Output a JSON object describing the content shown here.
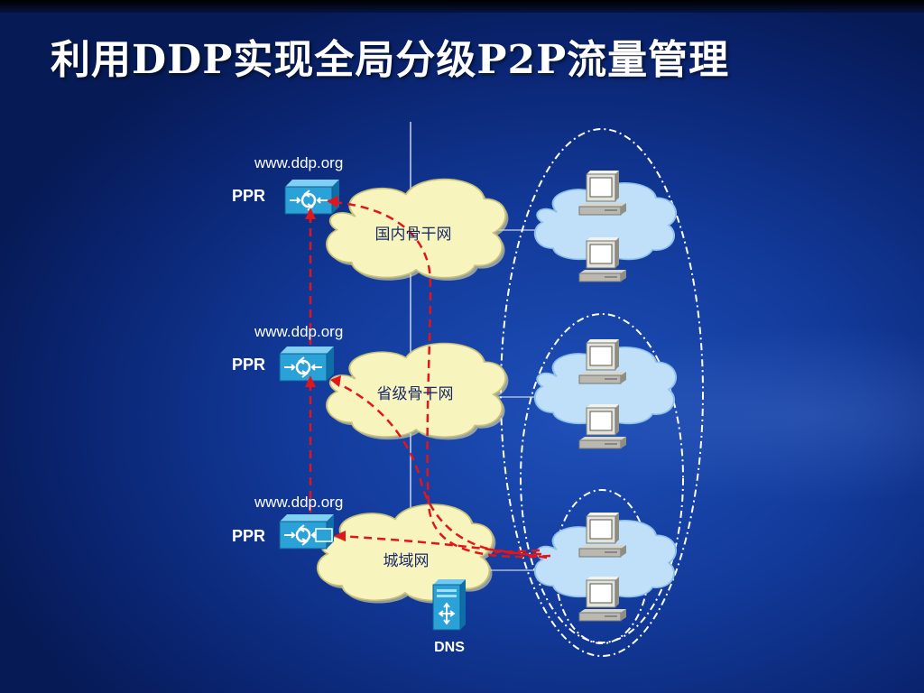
{
  "slide": {
    "title": "利用DDP实现全局分级P2P流量管理"
  },
  "diagram": {
    "tiers": [
      {
        "url_label": "www.ddp.org",
        "router_label": "PPR",
        "network_label": "国内骨干网"
      },
      {
        "url_label": "www.ddp.org",
        "router_label": "PPR",
        "network_label": "省级骨干网"
      },
      {
        "url_label": "www.ddp.org",
        "router_label": "PPR",
        "network_label": "城域网"
      }
    ],
    "dns_label": "DNS",
    "icons": [
      "router-icon",
      "server-icon",
      "computer-icon",
      "cloud-icon"
    ],
    "colors": {
      "background": "#123a9a",
      "cloud_yellow": "#f7f3b4",
      "cloud_blue": "#b9dcf6",
      "router": "#2aa2d8",
      "traffic_path": "#e0161a",
      "domain_ellipse": "#ffffff"
    }
  }
}
